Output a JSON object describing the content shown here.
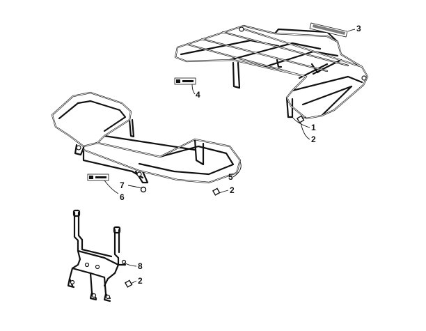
{
  "callouts": {
    "c1": "1",
    "c2a": "2",
    "c2b": "2",
    "c2c": "2",
    "c3": "3",
    "c4": "4",
    "c5": "5",
    "c6": "6",
    "c7": "7",
    "c8": "8"
  },
  "colors": {
    "ink": "#111111",
    "background": "#ffffff"
  }
}
